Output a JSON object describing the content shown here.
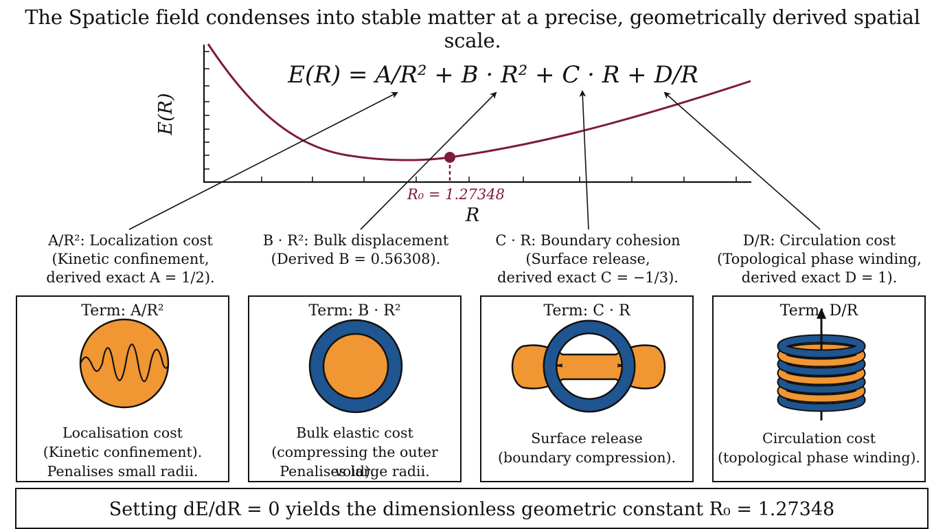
{
  "title": "The Spaticle field condenses into stable matter at a precise, geometrically derived spatial scale.",
  "equation": "E(R) = A/R² + B · R² + C · R + D/R",
  "axes": {
    "ylabel": "E(R)",
    "xlabel": "R"
  },
  "minimum_label": "R₀ = 1.27348",
  "colors": {
    "curve": "#7e1b3a",
    "orange": "#f09632",
    "blue": "#1f5590",
    "ink": "#111111"
  },
  "term_labels": [
    {
      "head": "A/R²: Localization cost",
      "line2": "(Kinetic confinement,",
      "line3": "derived exact A = 1/2)."
    },
    {
      "head": "B · R²: Bulk displacement",
      "line2": "(Derived B = 0.56308).",
      "line3": ""
    },
    {
      "head": "C · R: Boundary cohesion",
      "line2": "(Surface release,",
      "line3": "derived exact C = −1/3)."
    },
    {
      "head": "D/R: Circulation cost",
      "line2": "(Topological phase winding,",
      "line3": "derived exact D = 1)."
    }
  ],
  "boxes": [
    {
      "title": "Term: A/R²",
      "icon": "oscillating-wave-sphere-icon",
      "desc1": "Localisation cost",
      "desc2": "(Kinetic confinement).",
      "desc3": "Penalises small radii."
    },
    {
      "title": "Term: B · R²",
      "icon": "compressed-ring-disc-icon",
      "desc1": "Bulk elastic cost",
      "desc2": "(compressing the outer void).",
      "desc3": "Penalises large radii."
    },
    {
      "title": "Term: C · R",
      "icon": "boundary-ring-dumbbell-icon",
      "desc1": "Surface release",
      "desc2": "(boundary compression).",
      "desc3": ""
    },
    {
      "title": "Term: D/R",
      "icon": "winding-coil-icon",
      "desc1": "Circulation cost",
      "desc2": "(topological phase winding).",
      "desc3": ""
    }
  ],
  "bottom_text": "Setting dE/dR = 0 yields the dimensionless geometric constant R₀ = 1.27348"
}
